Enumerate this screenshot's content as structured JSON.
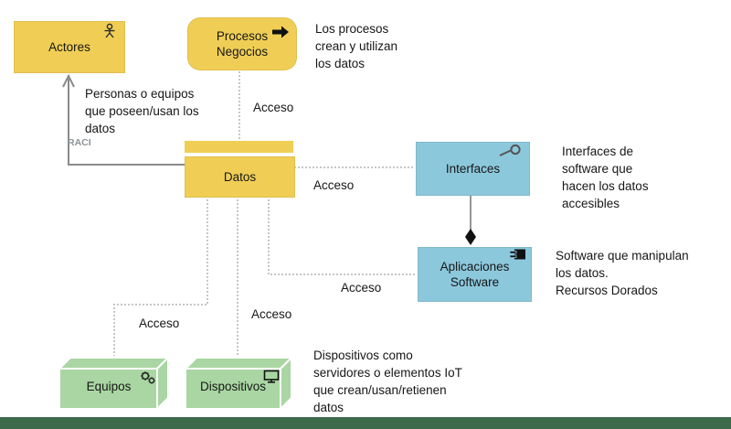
{
  "nodes": {
    "actores": {
      "label": "Actores"
    },
    "procesos": {
      "label": "Procesos\nNegocios"
    },
    "datos": {
      "label": "Datos"
    },
    "interfaces": {
      "label": "Interfaces"
    },
    "aplicaciones": {
      "label": "Aplicaciones\nSoftware"
    },
    "equipos": {
      "label": "Equipos"
    },
    "dispositivos": {
      "label": "Dispositivos"
    }
  },
  "annotations": {
    "procesos_note": "Los procesos\ncrean y utilizan\nlos datos",
    "actores_note": "Personas o equipos\nque poseen/usan los\ndatos",
    "interfaces_note": "Interfaces de\nsoftware que\nhacen los datos\naccesibles",
    "aplicaciones_note": "Software que manipulan\nlos datos.\nRecursos Dorados",
    "dispositivos_note": "Dispositivos como\nservidores o elementos IoT\nque crean/usan/retienen\ndatos"
  },
  "edge_labels": {
    "acceso_top": "Acceso",
    "acceso_right": "Acceso",
    "acceso_apps": "Acceso",
    "acceso_dispositivos": "Acceso",
    "acceso_equipos": "Acceso",
    "raci": "RACI"
  },
  "icons": {
    "actores": "business-actor-icon",
    "procesos": "business-process-arrow-icon",
    "interfaces": "interface-lollipop-icon",
    "aplicaciones": "application-component-icon",
    "equipos": "gears-icon",
    "dispositivos": "display-icon"
  },
  "colors": {
    "yellow": "#F0CE55",
    "blue": "#8CC8DC",
    "green": "#A9D6A2",
    "bar": "#3E6A4C",
    "dotted": "#c6c6c6",
    "solidline": "#8a8a8a",
    "ink": "#161616",
    "raci": "#8d9297"
  }
}
